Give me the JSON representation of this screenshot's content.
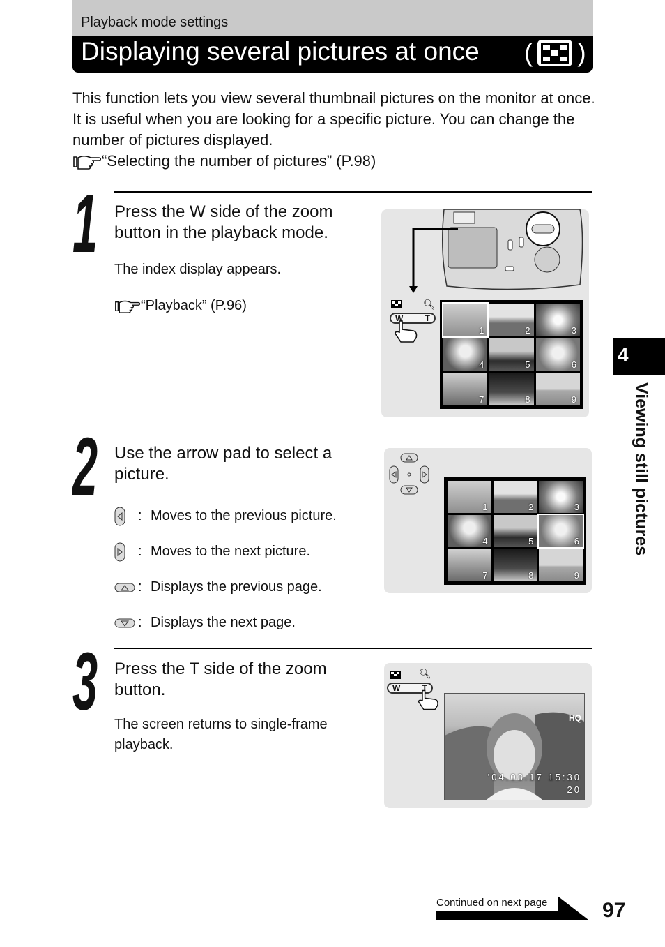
{
  "header": {
    "section_label": "Playback mode settings",
    "title": "Displaying several pictures at once",
    "title_icon_open": "(",
    "title_icon_close": ")"
  },
  "intro": {
    "text": "This function lets you view several thumbnail pictures on the monitor at once. It is useful when you are looking for a specific picture. You can change the number of pictures displayed.",
    "xref": "“Selecting the number of pictures” (P.98)"
  },
  "steps": [
    {
      "number": "1",
      "heading": "Press the W side of the zoom button in the playback mode.",
      "body": "The index display appears.",
      "xref": "“Playback” (P.96)",
      "thumb_numbers": [
        "1",
        "2",
        "3",
        "4",
        "5",
        "6",
        "7",
        "8",
        "9"
      ]
    },
    {
      "number": "2",
      "heading": "Use the arrow pad to select a picture.",
      "pad_items": [
        {
          "icon": "left-arrow-key-icon",
          "sep": ":",
          "text": "Moves to the previous picture."
        },
        {
          "icon": "right-arrow-key-icon",
          "sep": ":",
          "text": "Moves to the next picture."
        },
        {
          "icon": "up-arrow-key-icon",
          "sep": ":",
          "text": "Displays the previous page."
        },
        {
          "icon": "down-arrow-key-icon",
          "sep": ":",
          "text": "Displays the next page."
        }
      ],
      "thumb_numbers": [
        "1",
        "2",
        "3",
        "4",
        "5",
        "6",
        "7",
        "8",
        "9"
      ]
    },
    {
      "number": "3",
      "heading": "Press the T side of the zoom button.",
      "body": "The screen returns to single-frame playback.",
      "screen": {
        "quality": "HQ",
        "datetime": "'04.03.17  15:30",
        "frame": "20"
      }
    }
  ],
  "zoom_labels": {
    "w": "W",
    "t": "T"
  },
  "side_tab": {
    "number": "4",
    "label": "Viewing still pictures"
  },
  "footer": {
    "continued": "Continued on next page",
    "page_number": "97"
  },
  "colors": {
    "black": "#000000",
    "panel": "#e6e6e6",
    "header_band": "#c9c9c9"
  }
}
